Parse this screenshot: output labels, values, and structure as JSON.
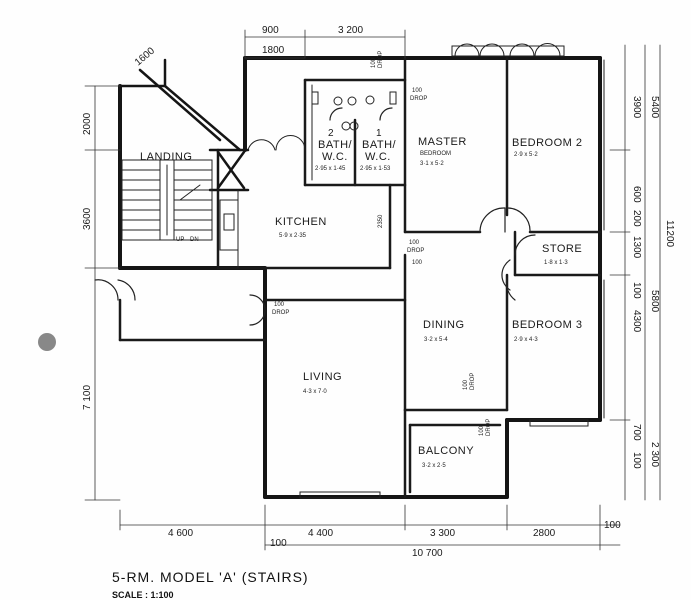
{
  "rooms": {
    "landing": "LANDING",
    "upstairs": "UP",
    "downstairs": "DN",
    "kitchen": "KITCHEN",
    "kitchen_size": "5·9 x 2·35",
    "bath1": "BATH/",
    "bath1_wc": "W.C.",
    "bath1_size": "2·95 x 1·45",
    "bath2": "BATH/",
    "bath2_wc": "W.C.",
    "bath2_size": "2·95 x 1·53",
    "bath1_num": "2",
    "bath2_num": "1",
    "master": "MASTER",
    "master_sub": "BEDROOM",
    "master_size": "3·1 x 5·2",
    "bedroom2": "BEDROOM 2",
    "bedroom2_size": "2·9 x 5·2",
    "store": "STORE",
    "store_size": "1·8 x 1·3",
    "dining": "DINING",
    "dining_size": "3·2 x 5·4",
    "bedroom3": "BEDROOM 3",
    "bedroom3_size": "2·9 x 4·3",
    "living": "LIVING",
    "living_size": "4·3 x 7·0",
    "balcony": "BALCONY",
    "balcony_size": "3·2 x 2·5"
  },
  "drops": {
    "d1": "100",
    "d1b": "DROP",
    "d2": "100",
    "d2b": "DROP",
    "d3": "100",
    "d3b": "DROP",
    "d4": "100",
    "d4b": "DROP",
    "d5": "100",
    "d5b": "DROP",
    "d6": "100",
    "d6b": "DROP"
  },
  "dimensions": {
    "top_900": "900",
    "top_3200": "3 200",
    "top_1800": "1800",
    "diag_1600": "1600",
    "left_2000": "2000",
    "left_3600": "3600",
    "left_7100": "7 100",
    "right_3900": "3900",
    "right_5400": "5400",
    "right_600": "600",
    "right_200": "200",
    "right_1300": "1300",
    "right_100a": "100",
    "right_4300": "4300",
    "right_5800": "5800",
    "right_11200": "11200",
    "right_700": "700",
    "right_2300": "2 300",
    "right_100b": "100",
    "wall_2350": "2350",
    "wall_100": "100",
    "bottom_4600": "4 600",
    "bottom_4400": "4 400",
    "bottom_3300": "3 300",
    "bottom_2800": "2800",
    "bottom_100a": "100",
    "bottom_100b": "100",
    "bottom_10700": "10 700"
  },
  "title": {
    "main": "5-RM. MODEL 'A' (STAIRS)",
    "scale": "SCALE : 1:100"
  }
}
